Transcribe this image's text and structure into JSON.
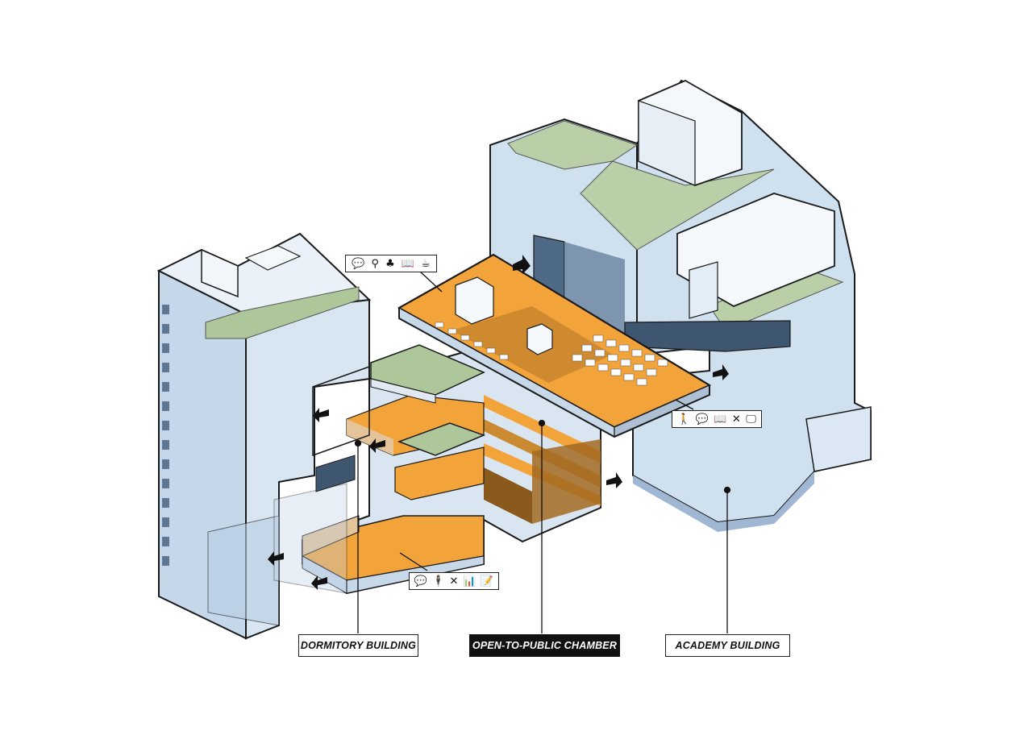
{
  "labels": {
    "dormitory": "DORMITORY BUILDING",
    "chamber": "OPEN-TO-PUBLIC CHAMBER",
    "academy": "ACADEMY BUILDING"
  },
  "icon_strips": {
    "top": [
      "speech-bubbles-icon",
      "speaker-podium-icon",
      "tree-icon",
      "book-icon",
      "coffee-cup-icon"
    ],
    "right": [
      "walking-person-icon",
      "speech-bubbles-icon",
      "book-icon",
      "tools-icon",
      "monitor-icon"
    ],
    "bottom": [
      "speech-bubbles-icon",
      "standing-person-icon",
      "tools-icon",
      "presentation-board-icon",
      "notes-icon"
    ]
  },
  "icon_glyphs": {
    "speech-bubbles-icon": "💬",
    "speaker-podium-icon": "⚲",
    "tree-icon": "♣",
    "book-icon": "📖",
    "coffee-cup-icon": "☕",
    "walking-person-icon": "🚶",
    "tools-icon": "✕",
    "monitor-icon": "🖵",
    "standing-person-icon": "🕴",
    "presentation-board-icon": "📊",
    "notes-icon": "📝"
  },
  "colors": {
    "building_blue": "#cfe0ef",
    "building_blue_dark": "#b3cce2",
    "roof_green": "#aec79a",
    "floor_orange": "#f2a33a",
    "floor_dark": "#8a5a1c",
    "outline": "#1a1a1a"
  }
}
